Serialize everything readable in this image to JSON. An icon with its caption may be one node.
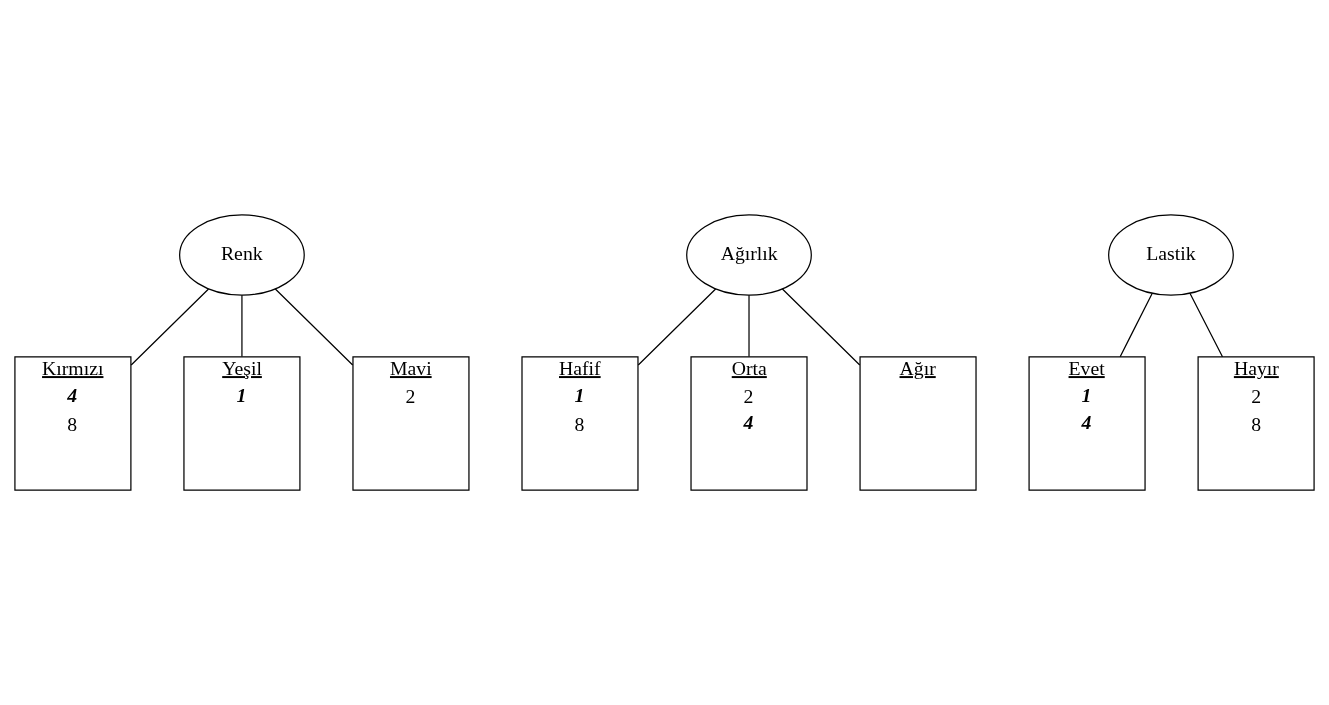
{
  "diagram": {
    "nodes": [
      {
        "text": [
          "Renk"
        ]
      },
      {
        "text": [
          "Kırmızı",
          "4",
          "8"
        ]
      },
      {
        "text": [
          "Yeşil",
          "1"
        ]
      },
      {
        "text": [
          "Mavi",
          "2"
        ]
      },
      {
        "text": [
          "Ağırlık"
        ]
      },
      {
        "text": [
          "Hafif",
          "1",
          "8"
        ]
      },
      {
        "text": [
          "Orta",
          "2",
          "4"
        ]
      },
      {
        "text": [
          "Ağır"
        ]
      },
      {
        "text": [
          "Lastik"
        ]
      },
      {
        "text": [
          "Evet",
          "1",
          "4"
        ]
      },
      {
        "text": [
          "Hayır",
          "2",
          "8"
        ]
      }
    ],
    "edges": [
      {
        "from": 0,
        "to": 1,
        "arrow": "none"
      },
      {
        "from": 0,
        "to": 2,
        "arrow": "none"
      },
      {
        "from": 0,
        "to": 3,
        "arrow": "none"
      },
      {
        "from": 4,
        "to": 5,
        "arrow": "none"
      },
      {
        "from": 4,
        "to": 6,
        "arrow": "none"
      },
      {
        "from": 4,
        "to": 7,
        "arrow": "none"
      },
      {
        "from": 8,
        "to": 9,
        "arrow": "none"
      },
      {
        "from": 8,
        "to": 10,
        "arrow": "none"
      }
    ]
  }
}
